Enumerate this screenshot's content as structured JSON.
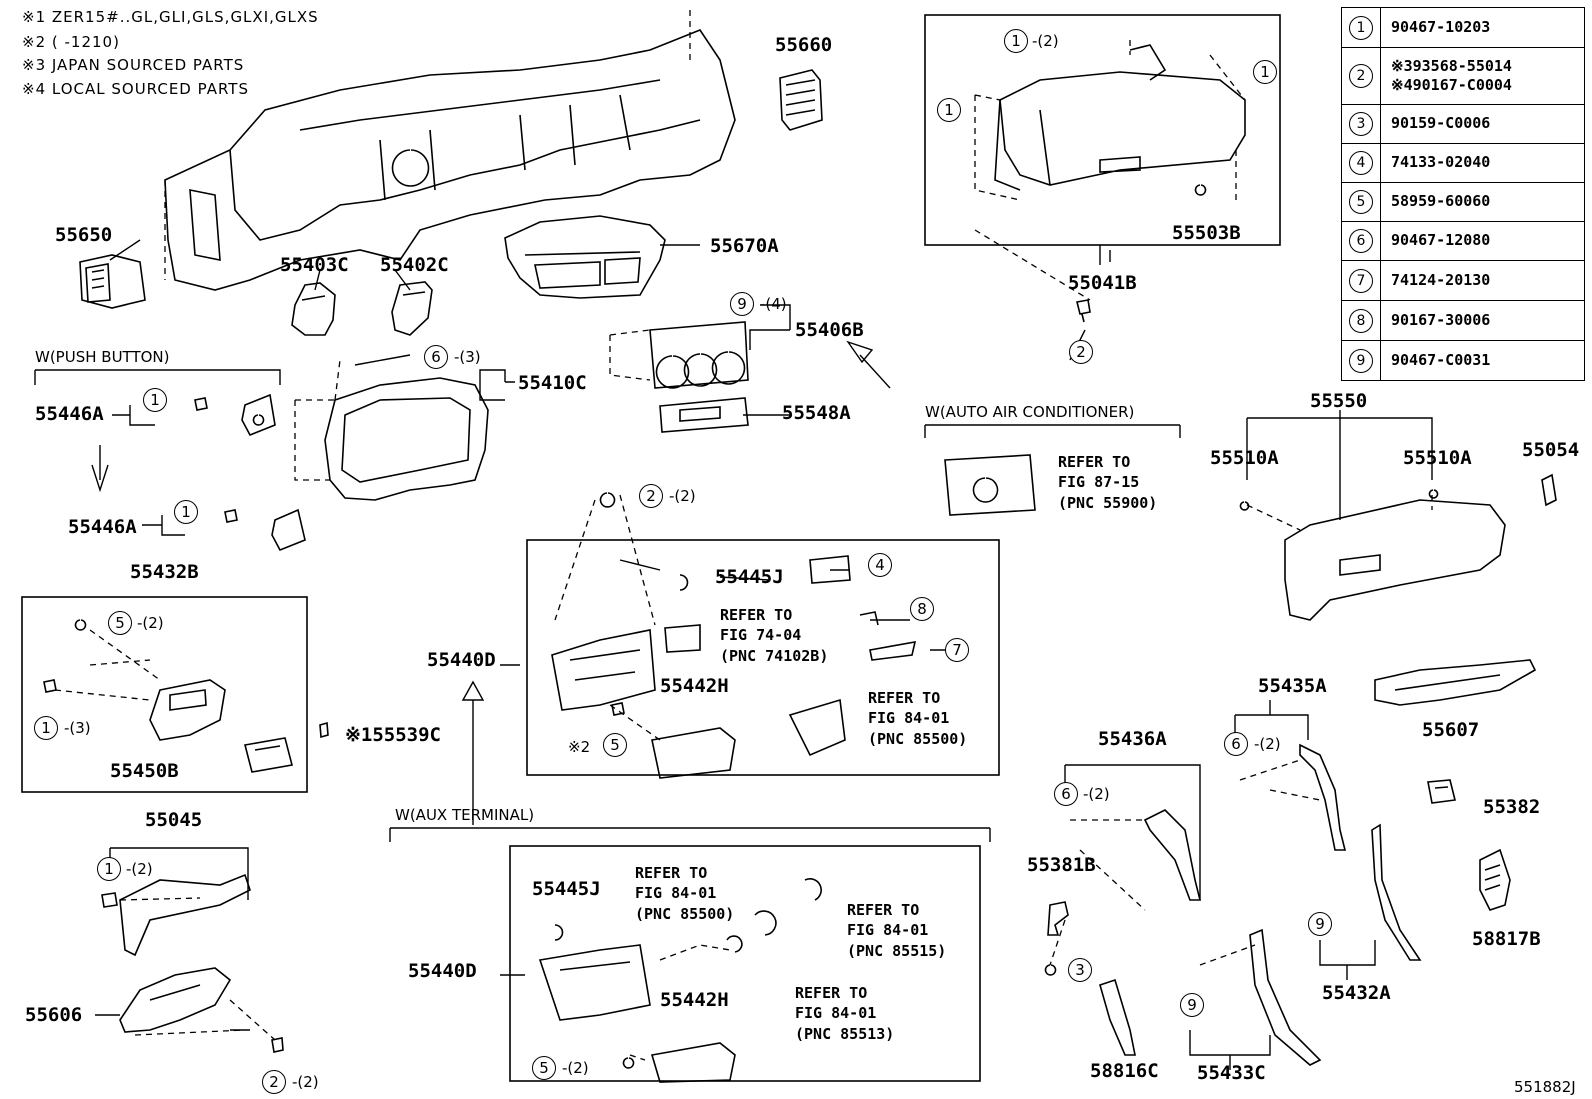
{
  "notes": {
    "n1": "※1 ZER15#..GL,GLI,GLS,GLXI,GLXS",
    "n2": "※2 (     -1210)",
    "n3": "※3 JAPAN SOURCED PARTS",
    "n4": "※4 LOCAL SOURCED PARTS"
  },
  "legend": [
    {
      "no": "1",
      "parts": [
        "90467-10203"
      ]
    },
    {
      "no": "2",
      "parts": [
        "※393568-55014",
        "※490167-C0004"
      ]
    },
    {
      "no": "3",
      "parts": [
        "90159-C0006"
      ]
    },
    {
      "no": "4",
      "parts": [
        "74133-02040"
      ]
    },
    {
      "no": "5",
      "parts": [
        "58959-60060"
      ]
    },
    {
      "no": "6",
      "parts": [
        "90467-12080"
      ]
    },
    {
      "no": "7",
      "parts": [
        "74124-20130"
      ]
    },
    {
      "no": "8",
      "parts": [
        "90167-30006"
      ]
    },
    {
      "no": "9",
      "parts": [
        "90467-C0031"
      ]
    }
  ],
  "variants": {
    "push_button": "W(PUSH BUTTON)",
    "auto_ac": "W(AUTO AIR CONDITIONER)",
    "aux_terminal": "W(AUX TERMINAL)"
  },
  "parts": {
    "p55660": "55660",
    "p55650": "55650",
    "p55403C": "55403C",
    "p55402C": "55402C",
    "p55670A": "55670A",
    "p55406B": "55406B",
    "p55410C": "55410C",
    "p55548A": "55548A",
    "p55446A_a": "55446A",
    "p55446A_b": "55446A",
    "p55432B": "55432B",
    "p55450B": "55450B",
    "p55539C": "※155539C",
    "p55045": "55045",
    "p55606": "55606",
    "p55440D_a": "55440D",
    "p55440D_b": "55440D",
    "p55445J_a": "55445J",
    "p55445J_b": "55445J",
    "p55442H_a": "55442H",
    "p55442H_b": "55442H",
    "p55041B": "55041B",
    "p55503B": "55503B",
    "p55550": "55550",
    "p55510A_a": "55510A",
    "p55510A_b": "55510A",
    "p55054": "55054",
    "p55607": "55607",
    "p55435A": "55435A",
    "p55436A": "55436A",
    "p55382": "55382",
    "p55381B": "55381B",
    "p58817B": "58817B",
    "p55432A": "55432A",
    "p58816C": "58816C",
    "p55433C": "55433C"
  },
  "refs": {
    "auto_ac": [
      "REFER TO",
      "FIG 87-15",
      "(PNC 55900)"
    ],
    "r74102B": [
      "REFER TO",
      "FIG 74-04",
      "(PNC 74102B)"
    ],
    "r85500_a": [
      "REFER TO",
      "FIG 84-01",
      "(PNC 85500)"
    ],
    "r85500_b": [
      "REFER TO",
      "FIG 84-01",
      "(PNC 85500)"
    ],
    "r85515": [
      "REFER TO",
      "FIG 84-01",
      "(PNC 85515)"
    ],
    "r85513": [
      "REFER TO",
      "FIG 84-01",
      "(PNC 85513)"
    ]
  },
  "callouts": {
    "q2": "-(2)",
    "q3": "-(3)",
    "q4": "-(4)",
    "mark2": "※2"
  },
  "figure_id": "551882J"
}
